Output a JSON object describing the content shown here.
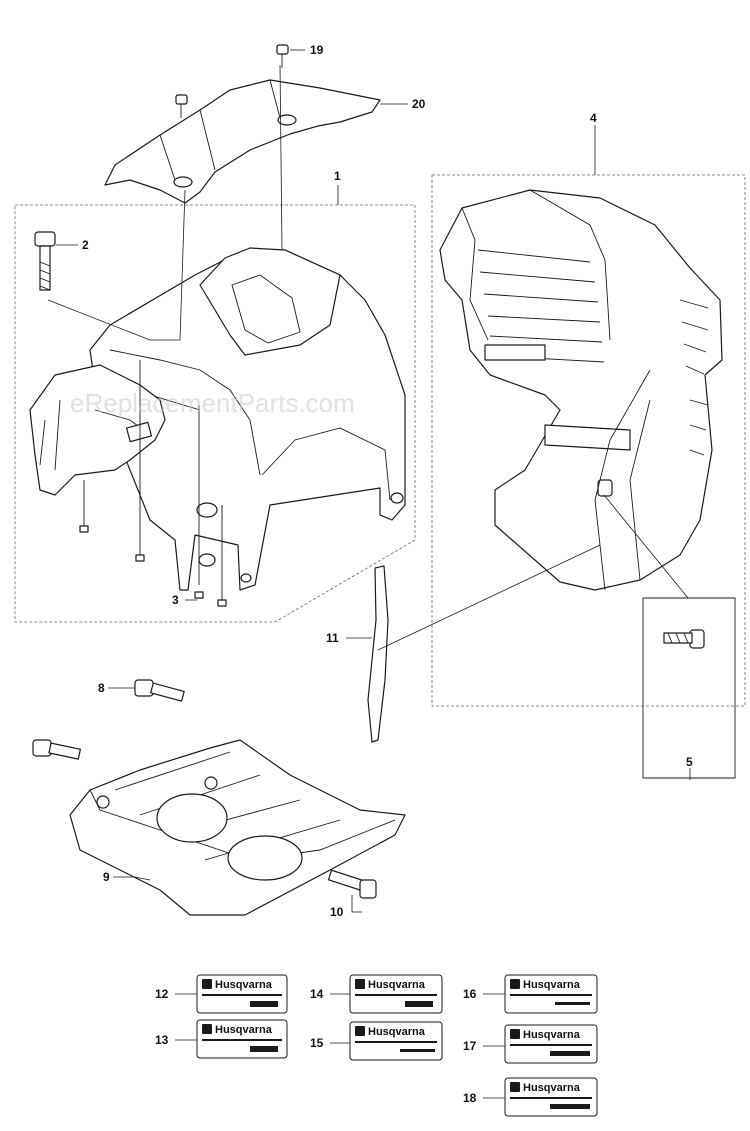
{
  "watermark": "eReplacementParts.com",
  "decal_brand": "Husqvarna",
  "callouts": {
    "c1": "1",
    "c2": "2",
    "c3": "3",
    "c4": "4",
    "c5": "5",
    "c8": "8",
    "c9": "9",
    "c10": "10",
    "c11": "11",
    "c12": "12",
    "c13": "13",
    "c14": "14",
    "c15": "15",
    "c16": "16",
    "c17": "17",
    "c18": "18",
    "c19": "19",
    "c20": "20"
  },
  "colors": {
    "line": "#1a1a1a",
    "dash": "#666666",
    "watermark": "#c8c8c8"
  }
}
